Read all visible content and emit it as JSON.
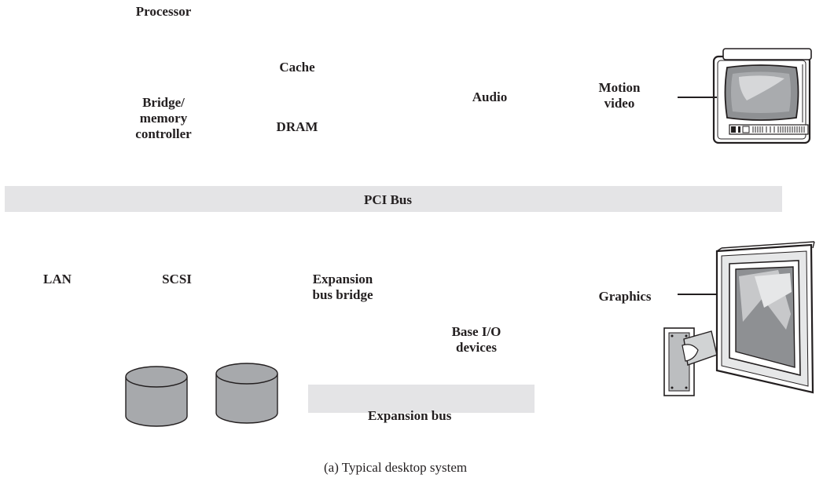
{
  "labels": {
    "processor": "Processor",
    "cache": "Cache",
    "bridge": "Bridge/\nmemory\ncontroller",
    "dram": "DRAM",
    "audio": "Audio",
    "motion_video": "Motion\nvideo",
    "lan": "LAN",
    "scsi": "SCSI",
    "expansion_bridge": "Expansion\nbus bridge",
    "base_io": "Base I/O\ndevices",
    "graphics": "Graphics"
  },
  "buses": {
    "pci": "PCI Bus",
    "expansion": "Expansion bus"
  },
  "caption": "(a) Typical desktop system",
  "icons": [
    "crt-monitor-icon",
    "flat-panel-display-icon",
    "disk-drive-icon"
  ],
  "colors": {
    "bus_fill": "#e4e4e6",
    "disk_fill": "#a7a9ac",
    "text": "#231f20"
  }
}
